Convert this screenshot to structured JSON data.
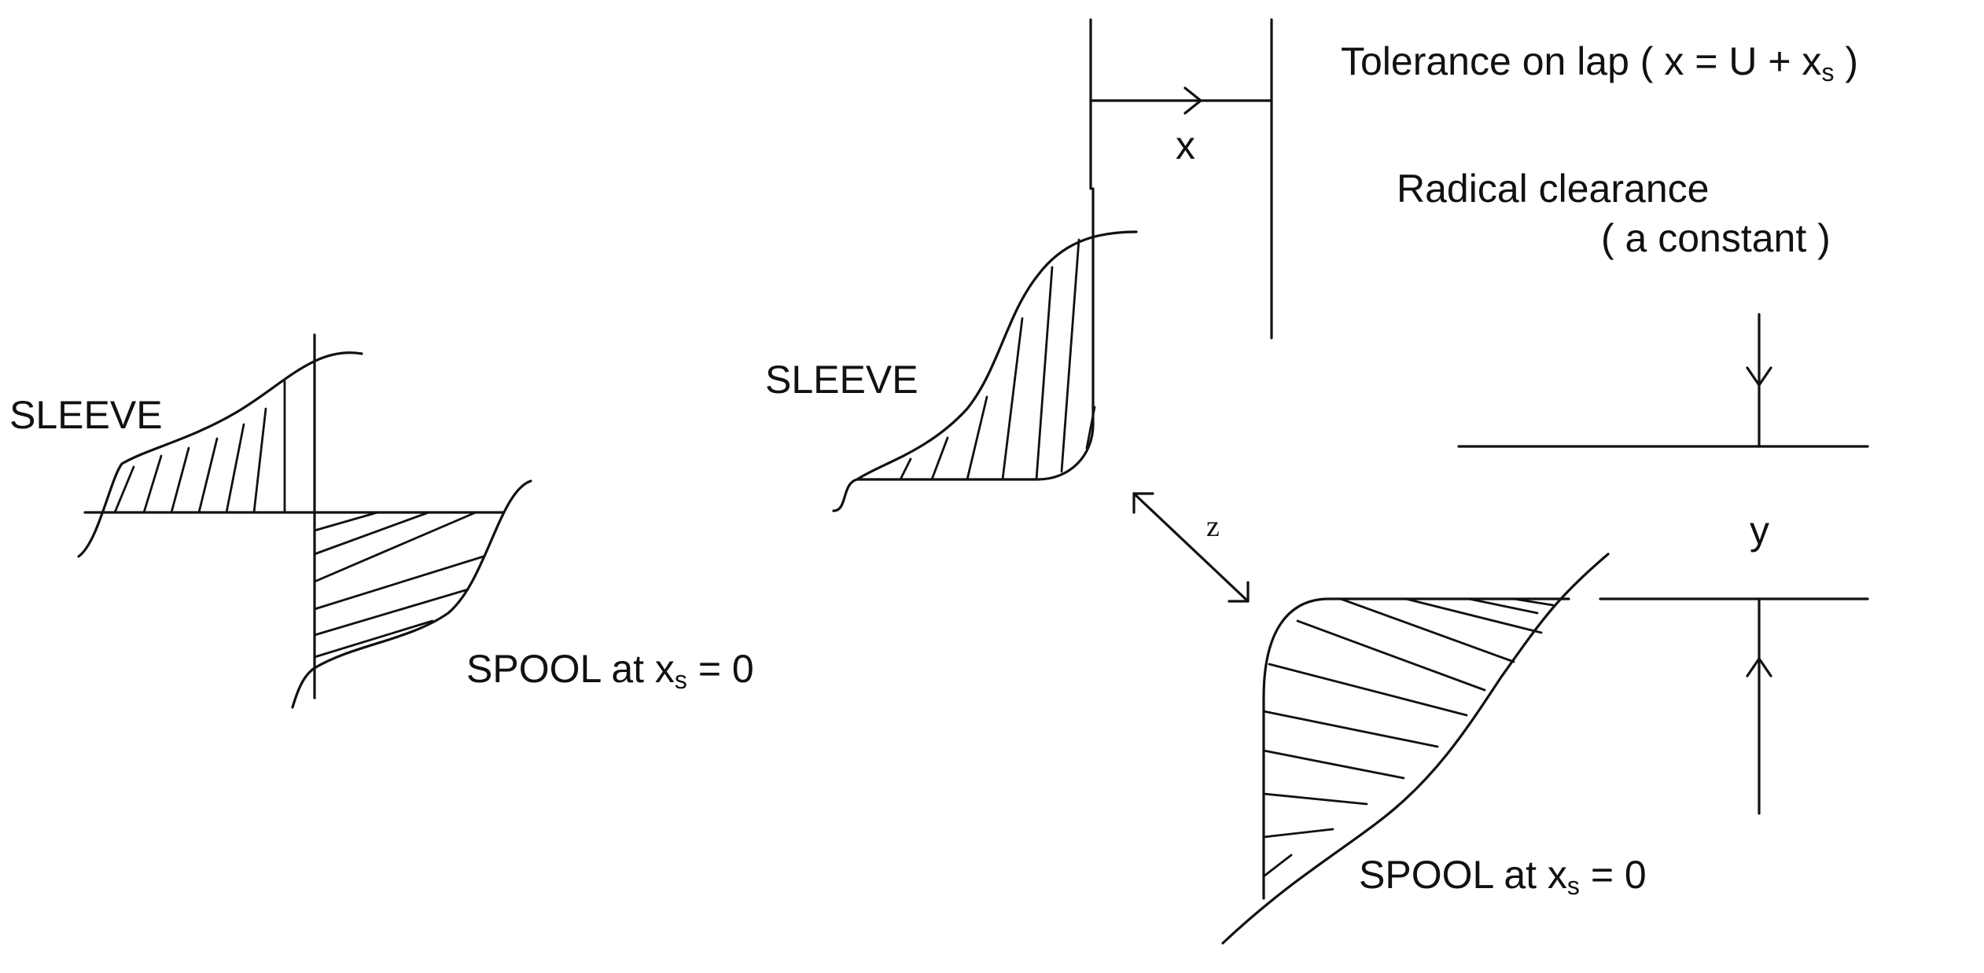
{
  "labels": {
    "sleeve_left": "SLEEVE",
    "spool_left_prefix": "SPOOL at x",
    "spool_left_sub": "s",
    "spool_left_suffix": " = 0",
    "sleeve_mid": "SLEEVE",
    "z_label": "z",
    "x_label": "x",
    "tolerance_prefix": "Tolerance on lap ( x = U + x",
    "tolerance_sub": "s",
    "tolerance_suffix": " )",
    "radical_clearance": "Radical clearance",
    "a_constant": "( a constant )",
    "y_label": "y",
    "spool_right_prefix": "SPOOL at x",
    "spool_right_sub": "s",
    "spool_right_suffix": " = 0"
  },
  "colors": {
    "ink": "#111111",
    "background": "#ffffff"
  }
}
